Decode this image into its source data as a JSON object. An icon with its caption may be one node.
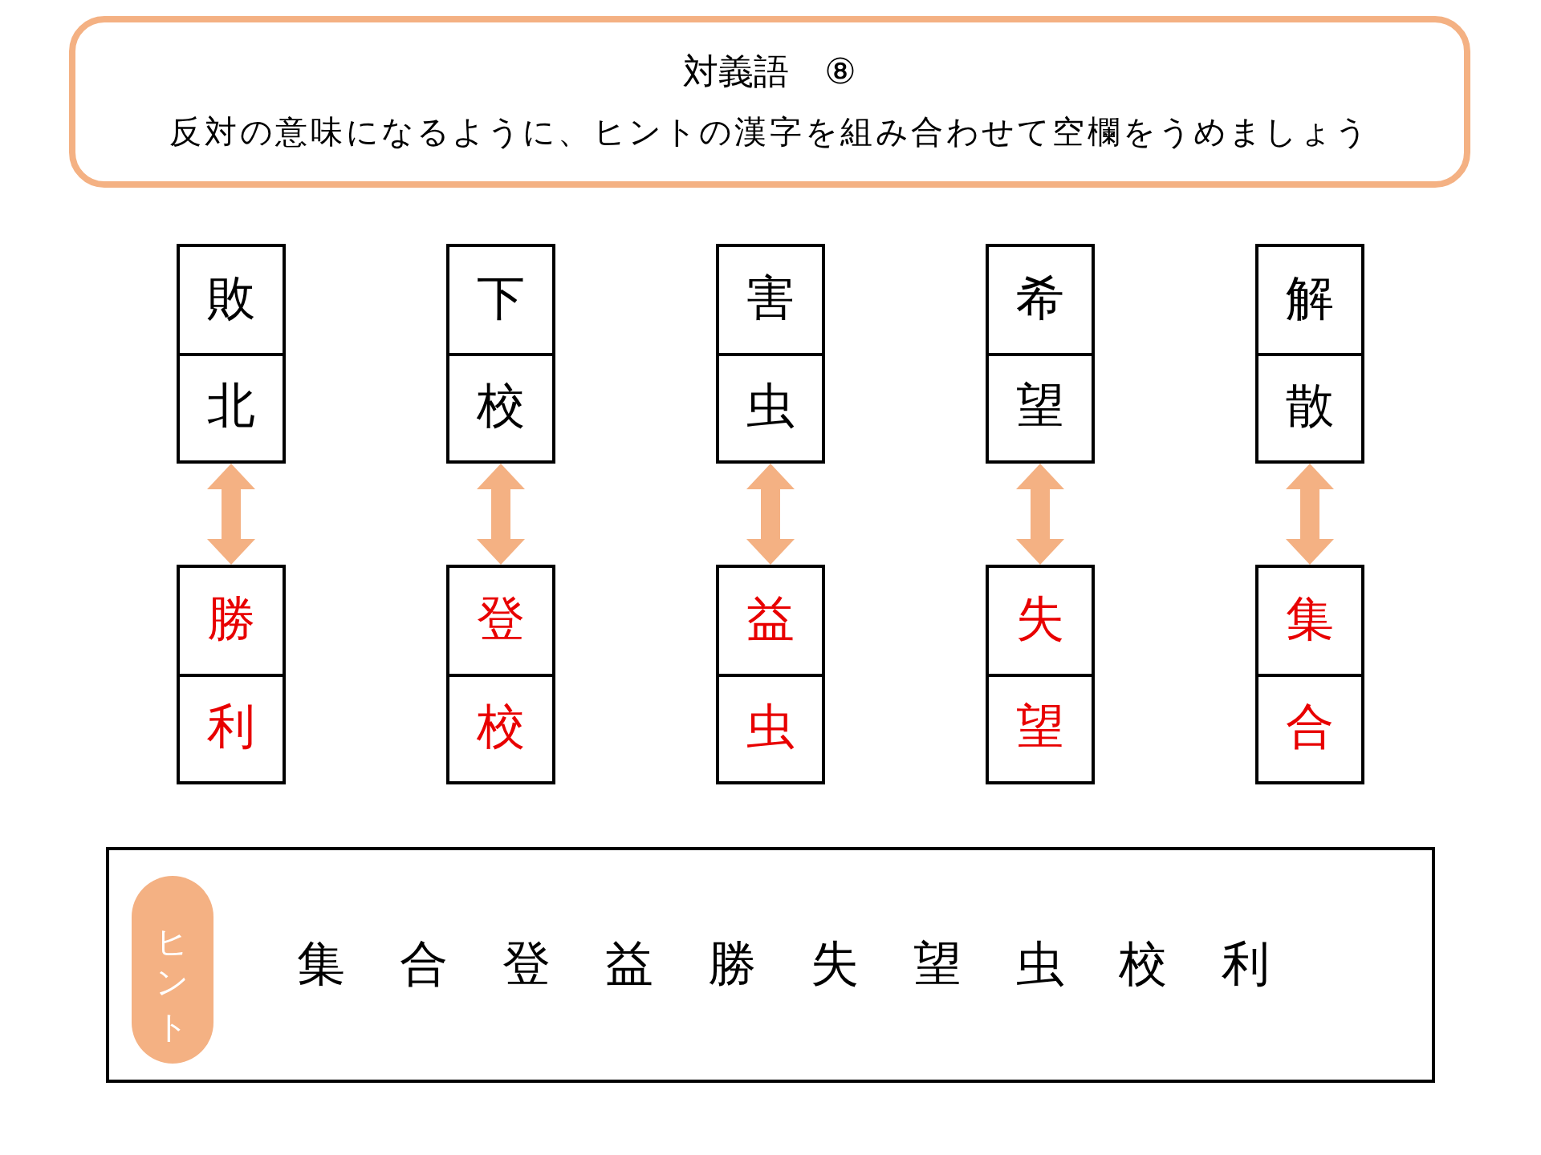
{
  "diagram": {
    "nodes": [
      {
        "text": [
          "対義語　⑧",
          "反対の意味になるように、ヒントの漢字を組み合わせて空欄をうめましょう"
        ]
      },
      {
        "text": [
          "敗",
          "北"
        ]
      },
      {
        "text": [
          "下",
          "校"
        ]
      },
      {
        "text": [
          "害",
          "虫"
        ]
      },
      {
        "text": [
          "希",
          "望"
        ]
      },
      {
        "text": [
          "解",
          "散"
        ]
      },
      {
        "text": [
          "勝",
          "利"
        ]
      },
      {
        "text": [
          "登",
          "校"
        ]
      },
      {
        "text": [
          "益",
          "虫"
        ]
      },
      {
        "text": [
          "失",
          "望"
        ]
      },
      {
        "text": [
          "集",
          "合"
        ]
      },
      {
        "text": [
          "集　合　登　益　勝　失　望　虫　校　利"
        ]
      },
      {
        "text": [
          "ヒント"
        ],
        "in": 11
      }
    ],
    "edges": [
      {
        "from": 1,
        "to": 6,
        "arrow": "both"
      },
      {
        "from": 2,
        "to": 7,
        "arrow": "both"
      },
      {
        "from": 3,
        "to": 8,
        "arrow": "both"
      },
      {
        "from": 4,
        "to": 9,
        "arrow": "both"
      },
      {
        "from": 5,
        "to": 10,
        "arrow": "both"
      }
    ]
  }
}
